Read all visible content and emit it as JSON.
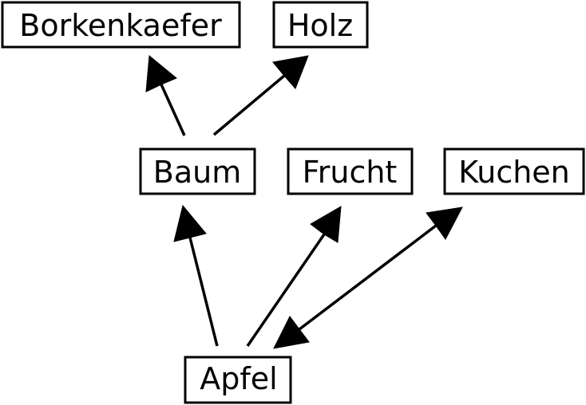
{
  "nodes": [
    {
      "id": "borkenkaefer",
      "label": "Borkenkaefer"
    },
    {
      "id": "holz",
      "label": "Holz"
    },
    {
      "id": "baum",
      "label": "Baum"
    },
    {
      "id": "frucht",
      "label": "Frucht"
    },
    {
      "id": "kuchen",
      "label": "Kuchen"
    },
    {
      "id": "apfel",
      "label": "Apfel"
    }
  ],
  "edges": [
    {
      "from": "baum",
      "to": "borkenkaefer",
      "direction": "forward"
    },
    {
      "from": "baum",
      "to": "holz",
      "direction": "forward"
    },
    {
      "from": "apfel",
      "to": "baum",
      "direction": "forward"
    },
    {
      "from": "apfel",
      "to": "frucht",
      "direction": "forward"
    },
    {
      "from": "apfel",
      "to": "kuchen",
      "direction": "both"
    }
  ],
  "colors": {
    "stroke": "#000000",
    "background": "#ffffff"
  }
}
